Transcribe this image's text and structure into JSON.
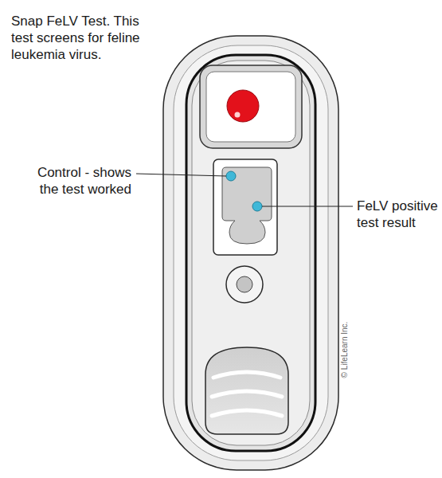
{
  "diagram": {
    "title": "Snap FeLV Test. This test screens for feline leukemia virus.",
    "labels": [
      "Control - shows the test worked",
      "FeLV positive test result",
      "© LifeLearn Inc."
    ]
  }
}
